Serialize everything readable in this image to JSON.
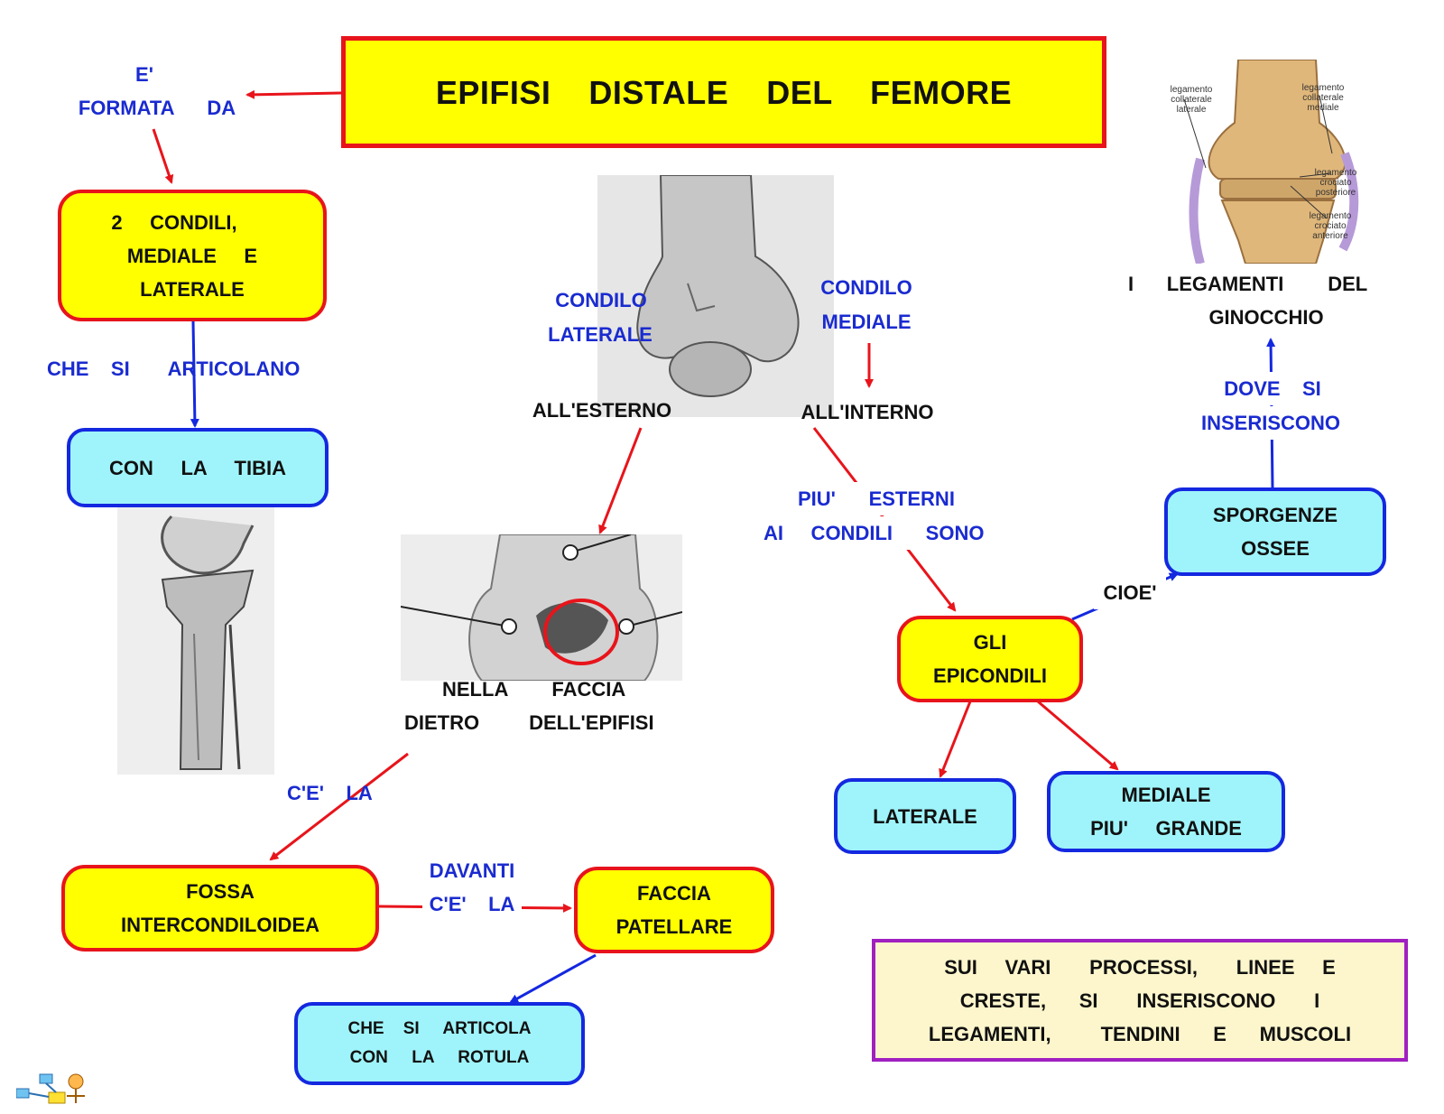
{
  "title": "EPIFISI    DISTALE    DEL    FEMORE",
  "colors": {
    "red": "#e8141b",
    "blue": "#1428e0",
    "yellow": "#ffff00",
    "cyan": "#9ff4fb",
    "purple": "#a020c0",
    "cream": "#fdf6cc"
  },
  "labels": {
    "formata_1": "E'",
    "formata_2": "FORMATA      DA",
    "che_si_articolano": "CHE    SI       ARTICOLANO",
    "condilo_laterale_1": "CONDILO",
    "condilo_laterale_2": "LATERALE",
    "all_esterno": "ALL'ESTERNO",
    "condilo_mediale_1": "CONDILO",
    "condilo_mediale_2": "MEDIALE",
    "all_interno": "ALL'INTERNO",
    "nella_1": "NELLA        FACCIA",
    "nella_2": "DIETRO         DELL'EPIFISI",
    "ce_la": "C'E'    LA",
    "davanti_1": "DAVANTI",
    "davanti_2": "C'E'    LA",
    "piu_esterni_1": "PIU'      ESTERNI",
    "piu_esterni_2": "AI     CONDILI      SONO",
    "cioe": "CIOE'",
    "dove_si_1": "DOVE    SI",
    "dove_si_2": "INSERISCONO",
    "legamenti_1": "I      LEGAMENTI        DEL",
    "legamenti_2": "GINOCCHIO"
  },
  "boxes": {
    "condili_1": "2     CONDILI,",
    "condili_2": "MEDIALE     E",
    "condili_3": "LATERALE",
    "tibia": "CON     LA     TIBIA",
    "fossa_1": "FOSSA",
    "fossa_2": "INTERCONDILOIDEA",
    "patellare_1": "FACCIA",
    "patellare_2": "PATELLARE",
    "rotula_1": "CHE    SI     ARTICOLA",
    "rotula_2": "CON     LA     ROTULA",
    "epicondili_1": "GLI",
    "epicondili_2": "EPICONDILI",
    "laterale": "LATERALE",
    "mediale_1": "MEDIALE",
    "mediale_2": "PIU'     GRANDE",
    "sporgenze_1": "SPORGENZE",
    "sporgenze_2": "OSSEE",
    "note_1": "SUI     VARI       PROCESSI,       LINEE     E",
    "note_2": "CRESTE,      SI       INSERISCONO       I",
    "note_3": "LEGAMENTI,         TENDINI      E      MUSCOLI"
  },
  "knee_image_labels": {
    "collaterale_laterale": "legamento\ncollaterale\nlaterale",
    "collaterale_mediale": "legamento\ncollaterale\nmediale",
    "crociato_posteriore": "legamento\ncrociato\nposteriore",
    "crociato_anteriore": "legamento\ncrociato\nanteriore"
  }
}
